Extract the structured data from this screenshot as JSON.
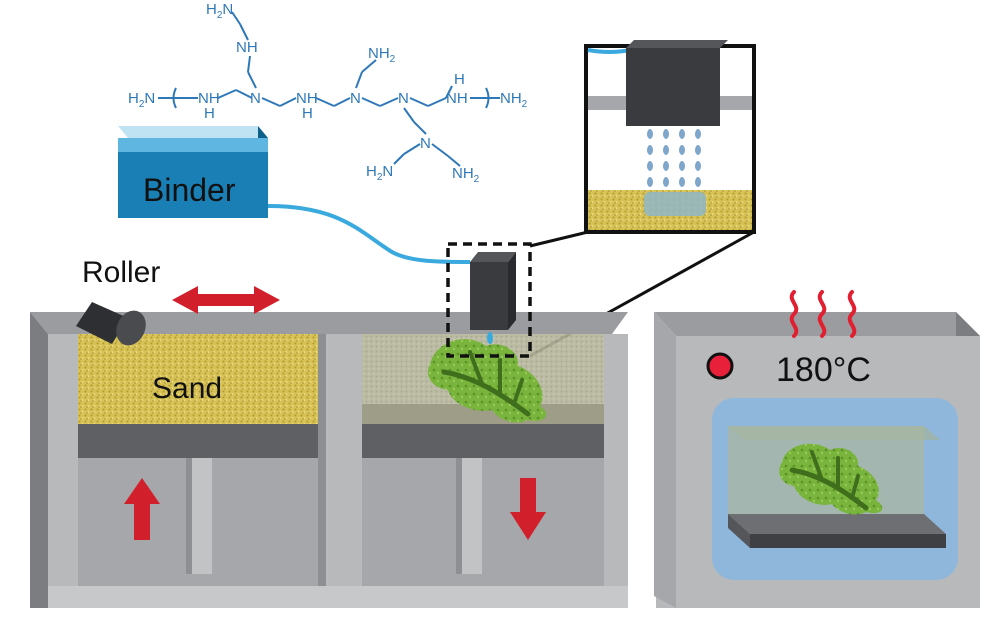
{
  "labels": {
    "roller": "Roller",
    "sand": "Sand",
    "binder": "Binder",
    "temperature": "180°C"
  },
  "molecule": {
    "nh": "NH",
    "n": "N",
    "h": "H",
    "h2n": "H",
    "nh2": "NH",
    "sub2": "2"
  },
  "colors": {
    "chemistry": "#2f78b8",
    "binder_box": "#1a7fb5",
    "binder_line": "#3aa9de",
    "arrow": "#d11f2b",
    "sand": "#d9c55a",
    "part": "#6fae3a",
    "machine_gray": "#8e8f92",
    "oven_window": "#8fb7dc",
    "heat": "#e02030",
    "indicator": "#e8203a"
  },
  "icons": [
    "double-arrow-icon",
    "up-arrow-icon",
    "down-arrow-icon",
    "heat-wave-icon",
    "indicator-light-icon",
    "droplet-icon"
  ]
}
